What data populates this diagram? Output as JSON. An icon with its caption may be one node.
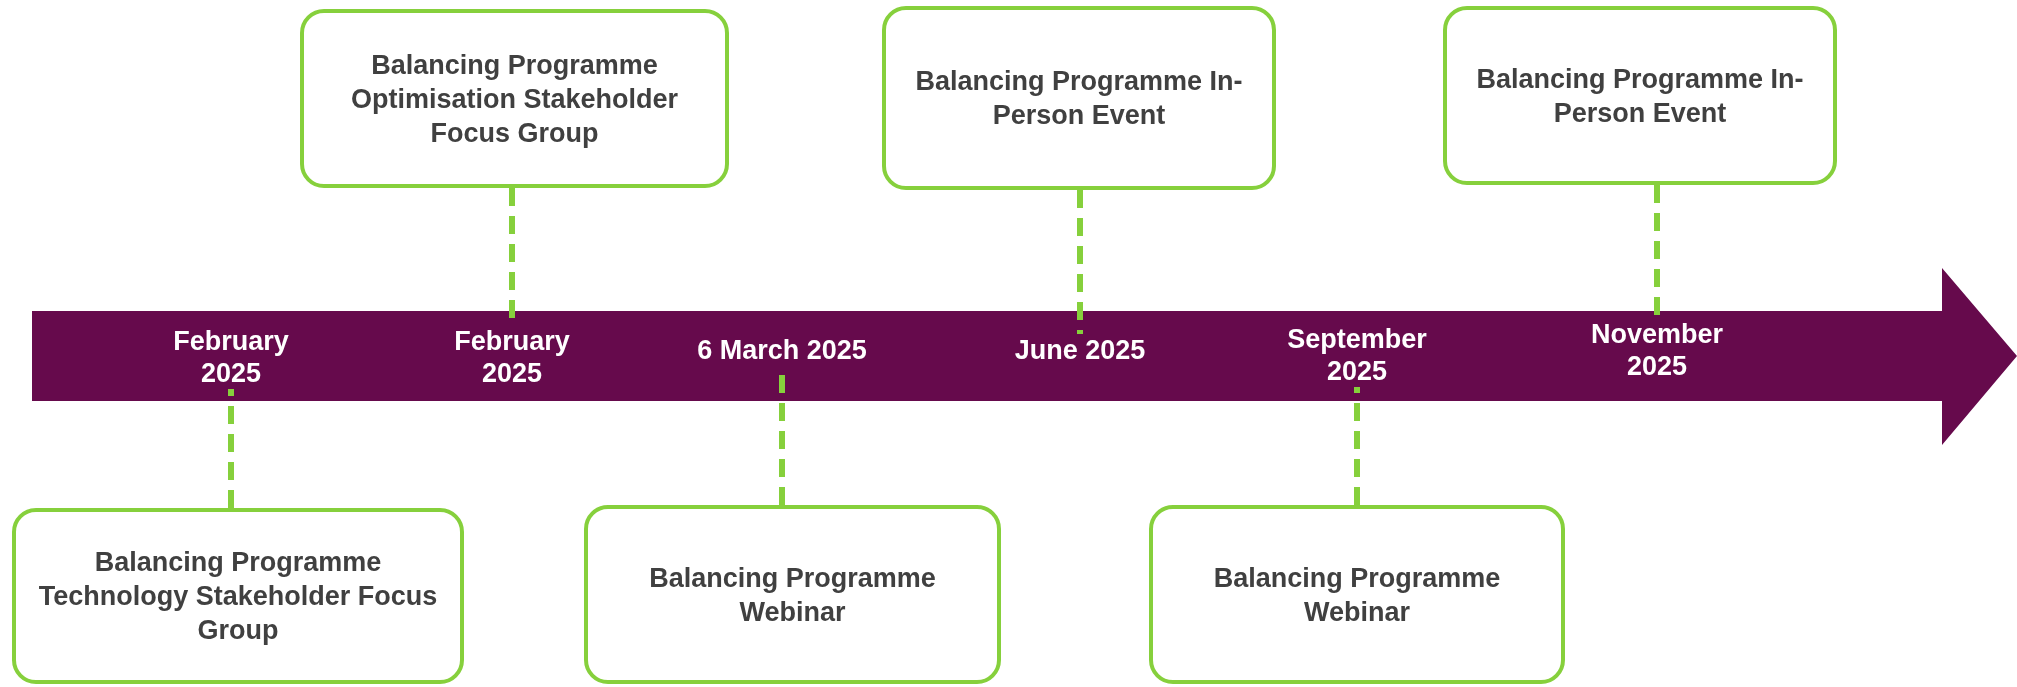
{
  "diagram": {
    "nodes": [
      {
        "text": [],
        "shape": "arrow"
      },
      {
        "text": [
          "February 2025"
        ],
        "in": 0
      },
      {
        "text": [
          "February 2025"
        ],
        "in": 0
      },
      {
        "text": [
          "6 March 2025"
        ],
        "in": 0
      },
      {
        "text": [
          "June 2025"
        ],
        "in": 0
      },
      {
        "text": [
          "September 2025"
        ],
        "in": 0
      },
      {
        "text": [
          "November 2025"
        ],
        "in": 0
      },
      {
        "text": [
          "Balancing Programme Optimisation Stakeholder Focus Group"
        ]
      },
      {
        "text": [
          "Balancing Programme In-Person Event"
        ]
      },
      {
        "text": [
          "Balancing Programme In-Person Event"
        ]
      },
      {
        "text": [
          "Balancing Programme Technology Stakeholder Focus Group"
        ]
      },
      {
        "text": [
          "Balancing Programme Webinar"
        ]
      },
      {
        "text": [
          "Balancing Programme Webinar"
        ]
      }
    ],
    "edges": [
      {
        "from": 10,
        "to": 1,
        "arrow": "none",
        "style": "dashed"
      },
      {
        "from": 7,
        "to": 2,
        "arrow": "none",
        "style": "dashed"
      },
      {
        "from": 11,
        "to": 3,
        "arrow": "none",
        "style": "dashed"
      },
      {
        "from": 8,
        "to": 4,
        "arrow": "none",
        "style": "dashed"
      },
      {
        "from": 12,
        "to": 5,
        "arrow": "none",
        "style": "dashed"
      },
      {
        "from": 9,
        "to": 6,
        "arrow": "none",
        "style": "dashed"
      }
    ]
  }
}
